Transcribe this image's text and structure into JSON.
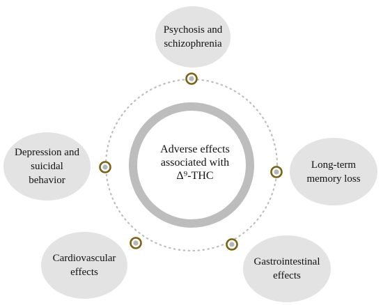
{
  "center": {
    "line1": "Adverse effects",
    "line2": "associated with",
    "line3": "Δ⁹-THC"
  },
  "nodes": {
    "psychosis": "Psychosis and\nschizophrenia",
    "memory": "Long-term\nmemory loss",
    "gastro": "Gastrointestinal\neffects",
    "cardio": "Cardiovascular\neffects",
    "depression": "Depression and\nsuicidal\nbehavior"
  },
  "colors": {
    "node_fill": "#e3e3e3",
    "center_ring": "#bdbdbd",
    "dotted_ring": "#bdbdbd",
    "connector_ring": "#7a6212",
    "connector_dot": "#b5b5b5"
  }
}
